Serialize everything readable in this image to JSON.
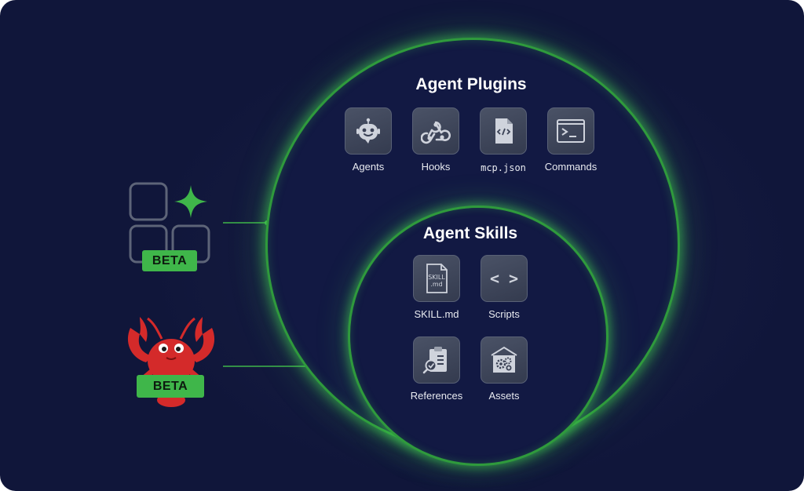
{
  "plugins": {
    "title": "Agent Plugins",
    "items": [
      {
        "label": "Agents",
        "icon": "robot-icon"
      },
      {
        "label": "Hooks",
        "icon": "webhook-icon"
      },
      {
        "label": "mcp.json",
        "icon": "code-file-icon"
      },
      {
        "label": "Commands",
        "icon": "terminal-icon"
      }
    ]
  },
  "skills": {
    "title": "Agent Skills",
    "items": [
      {
        "label": "SKILL.md",
        "icon": "skill-file-icon",
        "icon_text_1": "SKILL",
        "icon_text_2": ".md"
      },
      {
        "label": "Scripts",
        "icon": "code-brackets-icon",
        "icon_text": "< >"
      },
      {
        "label": "References",
        "icon": "clipboard-search-icon"
      },
      {
        "label": "Assets",
        "icon": "gears-box-icon"
      }
    ]
  },
  "logos": {
    "top_badge": "BETA",
    "bottom_badge": "BETA"
  },
  "colors": {
    "background": "#141a3f",
    "ring": "#2f9a3c",
    "accent_green": "#3fb64a",
    "lobster_red": "#d42a2a"
  }
}
